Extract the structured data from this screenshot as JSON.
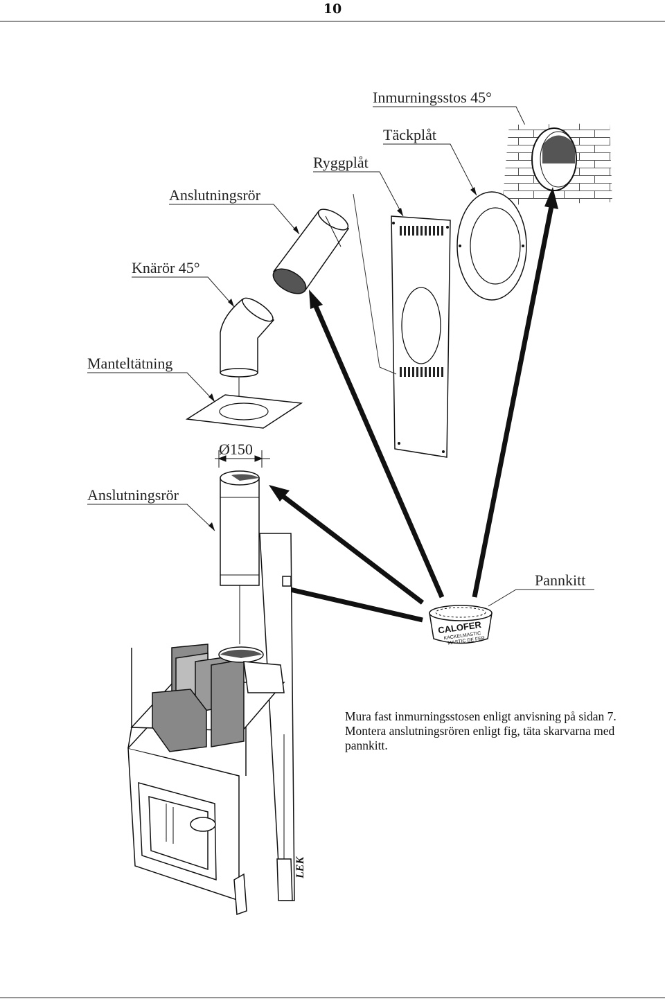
{
  "page_number": "10",
  "labels": {
    "inmurningsstos": "Inmurningsstos 45°",
    "tackplat": "Täckplåt",
    "ryggplat": "Ryggplåt",
    "anslutningsror_top": "Anslutningsrör",
    "knaror": "Knärör 45°",
    "manteltatning": "Manteltätning",
    "diameter": "Ø150",
    "anslutningsror_bottom": "Anslutningsrör",
    "pannkitt": "Pannkitt"
  },
  "jar": {
    "brand": "CALOFER",
    "line1": "KACKELMASTIC",
    "line2": "MASTIC DE FER"
  },
  "stove_mark": "LEK",
  "note": {
    "line1": "Mura fast inmurningsstosen enligt anvisning på sidan 7.",
    "line2": "Montera anslutningsrören enligt fig, täta skarvarna med",
    "line3": "pannkitt."
  },
  "colors": {
    "line": "#111111",
    "shade": "#8c8c8c",
    "dark_shade": "#555555"
  }
}
